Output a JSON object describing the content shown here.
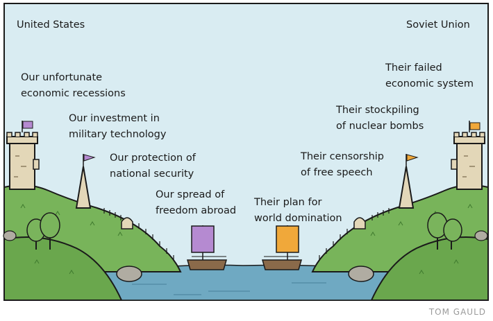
{
  "title_left": "United States",
  "title_right": "Soviet Union",
  "left_labels": [
    "Our unfortunate\neconomic recessions",
    "Our investment in\nmilitary technology",
    "Our protection of\nnational security",
    "Our spread of\nfreedom abroad"
  ],
  "right_labels": [
    "Their failed\neconomic system",
    "Their stockpiling\nof nuclear bombs",
    "Their censorship\nof free speech",
    "Their plan for\nworld domination"
  ],
  "credit": "TOM GAULD",
  "colors": {
    "sky": "#d9ecf2",
    "grass": "#78b45a",
    "water": "#6fa9c2",
    "left_flag": "#b58ad1",
    "right_flag": "#f0a83a"
  }
}
